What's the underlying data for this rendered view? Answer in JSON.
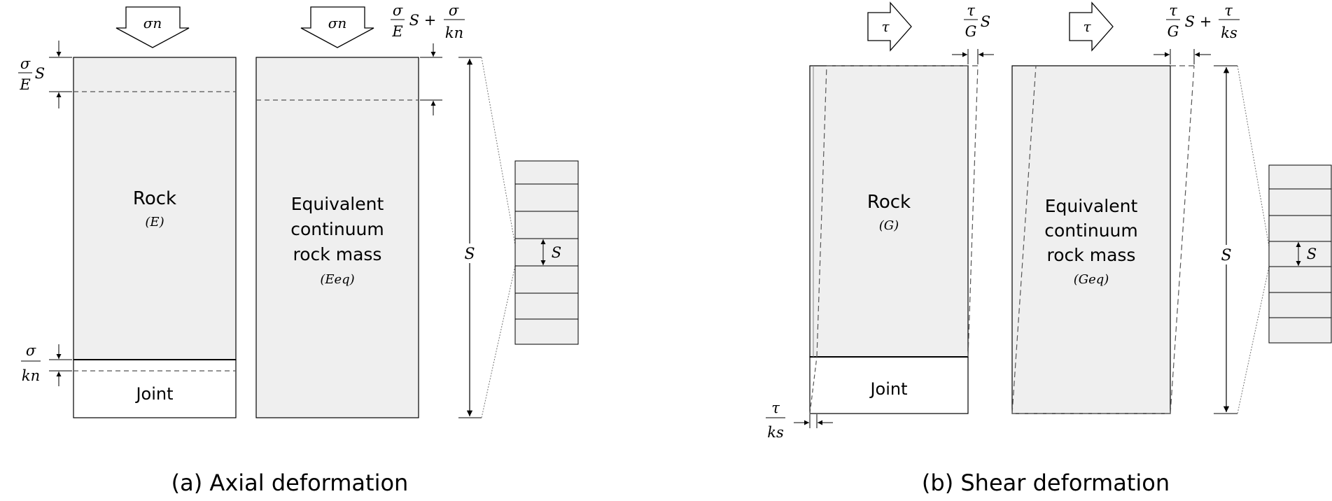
{
  "panel_a": {
    "caption": "(a) Axial deformation",
    "arrow_label": "σn",
    "rock": {
      "label": "Rock",
      "modulus": "(E)"
    },
    "continuum": {
      "line1": "Equivalent",
      "line2": "continuum",
      "line3": "rock mass",
      "modulus": "(Eeq)"
    },
    "joint": {
      "label": "Joint"
    },
    "dim_rock": {
      "num": "σ",
      "den": "E",
      "suffix": "S"
    },
    "dim_joint": {
      "num": "σ",
      "den": "kn"
    },
    "dim_total": {
      "num1": "σ",
      "den1": "E",
      "mid": "S +",
      "num2": "σ",
      "den2": "kn"
    },
    "spacing": "S",
    "zoom_spacing": "S"
  },
  "panel_b": {
    "caption": "(b) Shear deformation",
    "arrow_label": "τ",
    "rock": {
      "label": "Rock",
      "modulus": "(G)"
    },
    "continuum": {
      "line1": "Equivalent",
      "line2": "continuum",
      "line3": "rock mass",
      "modulus": "(Geq)"
    },
    "joint": {
      "label": "Joint"
    },
    "dim_rock": {
      "num": "τ",
      "den": "G",
      "suffix": "S"
    },
    "dim_joint": {
      "num": "τ",
      "den": "ks"
    },
    "dim_total": {
      "num1": "τ",
      "den1": "G",
      "mid": "S +",
      "num2": "τ",
      "den2": "ks"
    },
    "spacing": "S",
    "zoom_spacing": "S"
  },
  "colors": {
    "fill": "#efefef",
    "stroke": "#000000",
    "dashed": "#555555",
    "background": "#ffffff"
  }
}
